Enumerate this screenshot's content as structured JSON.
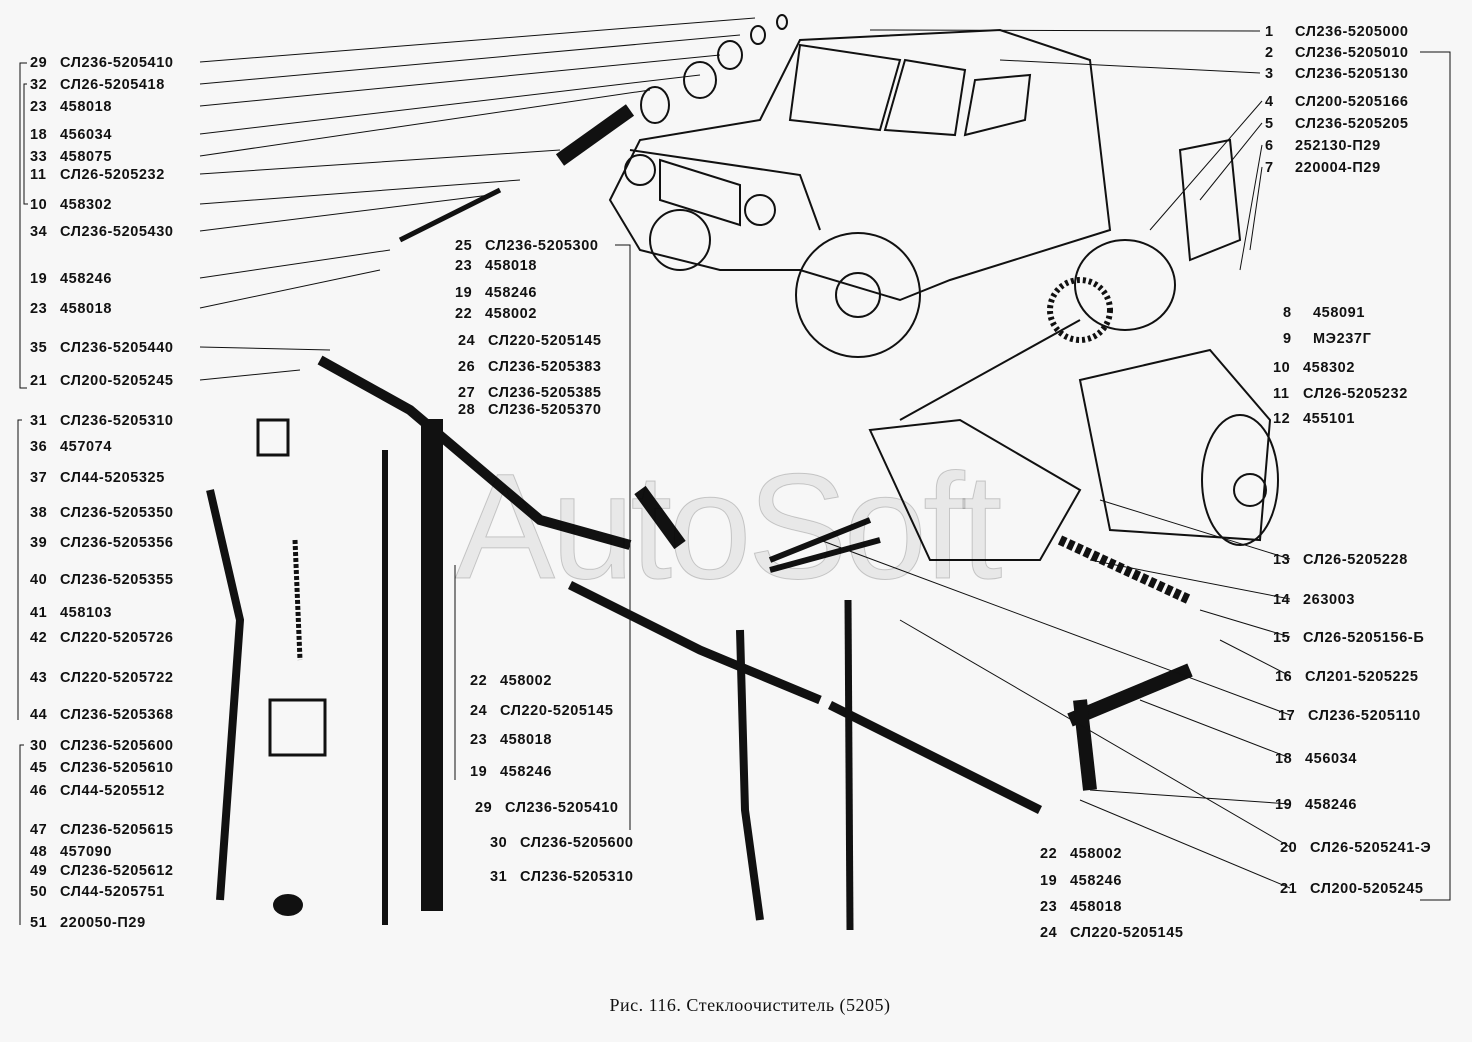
{
  "caption": "Рис. 116. Стеклоочиститель (5205)",
  "watermark": "AutoSoft",
  "labels_left": [
    {
      "num": "29",
      "part": "СЛ236-5205410"
    },
    {
      "num": "32",
      "part": "СЛ26-5205418"
    },
    {
      "num": "23",
      "part": "458018"
    },
    {
      "num": "18",
      "part": "456034"
    },
    {
      "num": "33",
      "part": "458075"
    },
    {
      "num": "11",
      "part": "СЛ26-5205232"
    },
    {
      "num": "10",
      "part": "458302"
    },
    {
      "num": "34",
      "part": "СЛ236-5205430"
    },
    {
      "num": "19",
      "part": "458246"
    },
    {
      "num": "23",
      "part": "458018"
    },
    {
      "num": "35",
      "part": "СЛ236-5205440"
    },
    {
      "num": "21",
      "part": "СЛ200-5205245"
    },
    {
      "num": "31",
      "part": "СЛ236-5205310"
    },
    {
      "num": "36",
      "part": "457074"
    },
    {
      "num": "37",
      "part": "СЛ44-5205325"
    },
    {
      "num": "38",
      "part": "СЛ236-5205350"
    },
    {
      "num": "39",
      "part": "СЛ236-5205356"
    },
    {
      "num": "40",
      "part": "СЛ236-5205355"
    },
    {
      "num": "41",
      "part": "458103"
    },
    {
      "num": "42",
      "part": "СЛ220-5205726"
    },
    {
      "num": "43",
      "part": "СЛ220-5205722"
    },
    {
      "num": "44",
      "part": "СЛ236-5205368"
    },
    {
      "num": "30",
      "part": "СЛ236-5205600"
    },
    {
      "num": "45",
      "part": "СЛ236-5205610"
    },
    {
      "num": "46",
      "part": "СЛ44-5205512"
    },
    {
      "num": "47",
      "part": "СЛ236-5205615"
    },
    {
      "num": "48",
      "part": "457090"
    },
    {
      "num": "49",
      "part": "СЛ236-5205612"
    },
    {
      "num": "50",
      "part": "СЛ44-5205751"
    },
    {
      "num": "51",
      "part": "220050-П29"
    }
  ],
  "labels_middle": [
    {
      "num": "25",
      "part": "СЛ236-5205300"
    },
    {
      "num": "23",
      "part": "458018"
    },
    {
      "num": "19",
      "part": "458246"
    },
    {
      "num": "22",
      "part": "458002"
    },
    {
      "num": "24",
      "part": "СЛ220-5205145"
    },
    {
      "num": "26",
      "part": "СЛ236-5205383"
    },
    {
      "num": "27",
      "part": "СЛ236-5205385"
    },
    {
      "num": "28",
      "part": "СЛ236-5205370"
    },
    {
      "num": "22",
      "part": "458002"
    },
    {
      "num": "24",
      "part": "СЛ220-5205145"
    },
    {
      "num": "23",
      "part": "458018"
    },
    {
      "num": "19",
      "part": "458246"
    },
    {
      "num": "29",
      "part": "СЛ236-5205410"
    },
    {
      "num": "30",
      "part": "СЛ236-5205600"
    },
    {
      "num": "31",
      "part": "СЛ236-5205310"
    }
  ],
  "labels_bottom_right": [
    {
      "num": "22",
      "part": "458002"
    },
    {
      "num": "19",
      "part": "458246"
    },
    {
      "num": "23",
      "part": "458018"
    },
    {
      "num": "24",
      "part": "СЛ220-5205145"
    }
  ],
  "labels_right": [
    {
      "num": "1",
      "part": "СЛ236-5205000"
    },
    {
      "num": "2",
      "part": "СЛ236-5205010"
    },
    {
      "num": "3",
      "part": "СЛ236-5205130"
    },
    {
      "num": "4",
      "part": "СЛ200-5205166"
    },
    {
      "num": "5",
      "part": "СЛ236-5205205"
    },
    {
      "num": "6",
      "part": "252130-П29"
    },
    {
      "num": "7",
      "part": "220004-П29"
    },
    {
      "num": "8",
      "part": "458091"
    },
    {
      "num": "9",
      "part": "МЭ237Г"
    },
    {
      "num": "10",
      "part": "458302"
    },
    {
      "num": "11",
      "part": "СЛ26-5205232"
    },
    {
      "num": "12",
      "part": "455101"
    },
    {
      "num": "13",
      "part": "СЛ26-5205228"
    },
    {
      "num": "14",
      "part": "263003"
    },
    {
      "num": "15",
      "part": "СЛ26-5205156-Б"
    },
    {
      "num": "16",
      "part": "СЛ201-5205225"
    },
    {
      "num": "17",
      "part": "СЛ236-5205110"
    },
    {
      "num": "18",
      "part": "456034"
    },
    {
      "num": "19",
      "part": "458246"
    },
    {
      "num": "20",
      "part": "СЛ26-5205241-Э"
    },
    {
      "num": "21",
      "part": "СЛ200-5205245"
    }
  ]
}
